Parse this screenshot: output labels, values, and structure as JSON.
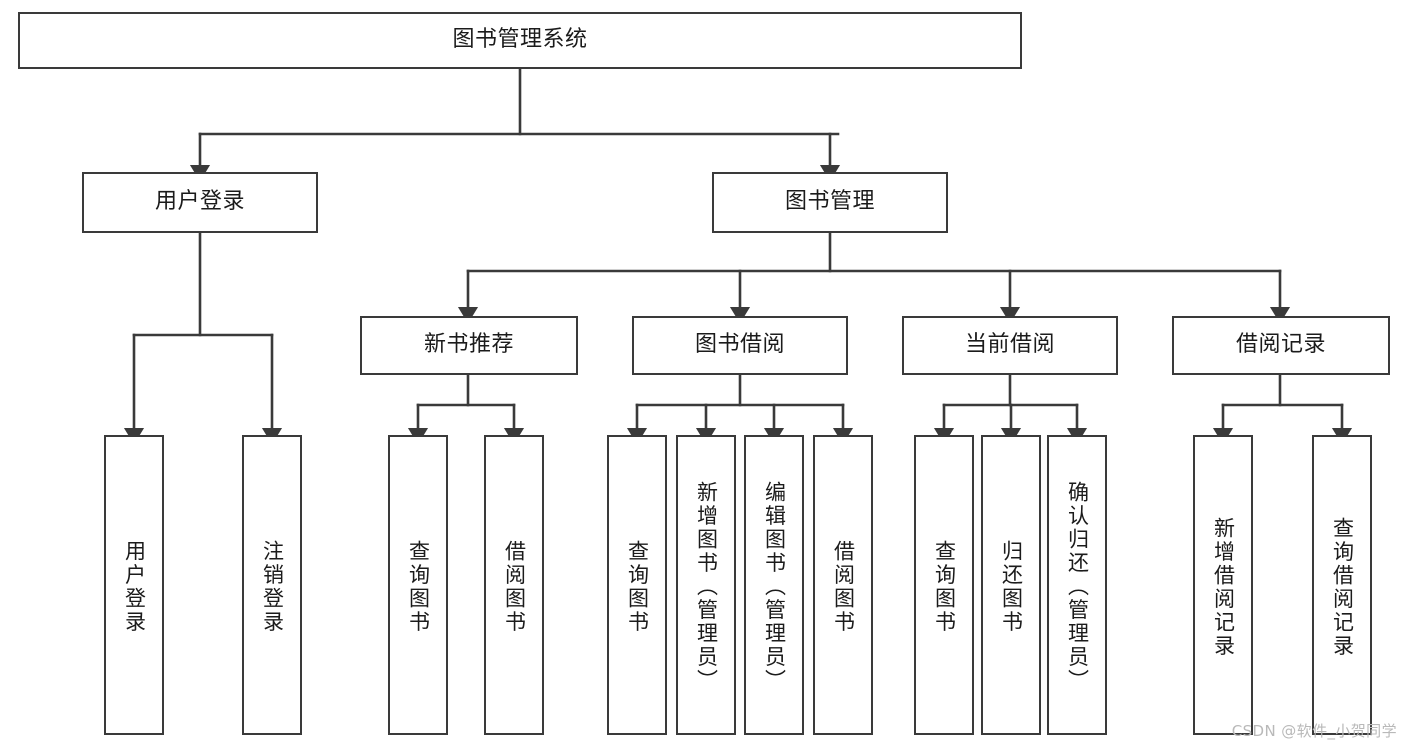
{
  "diagram": {
    "type": "tree-hierarchy-chart",
    "title": "图书管理系统",
    "watermark": "CSDN @软件_小贺同学",
    "colors": {
      "box_border": "#3a3a3a",
      "box_fill": "#ffffff",
      "connector": "#3a3a3a",
      "text": "#1b1b1b",
      "watermark": "#b9b9b9"
    },
    "nodes": {
      "root": {
        "label": "图书管理系统",
        "orientation": "horizontal"
      },
      "level1": [
        {
          "label": "用户登录",
          "orientation": "horizontal"
        },
        {
          "label": "图书管理",
          "orientation": "horizontal"
        }
      ],
      "level2": [
        {
          "label": "新书推荐",
          "orientation": "horizontal"
        },
        {
          "label": "图书借阅",
          "orientation": "horizontal"
        },
        {
          "label": "当前借阅",
          "orientation": "horizontal"
        },
        {
          "label": "借阅记录",
          "orientation": "horizontal"
        }
      ],
      "leaves": {
        "user_login": [
          {
            "label": "用户登录",
            "orientation": "vertical"
          },
          {
            "label": "注销登录",
            "orientation": "vertical"
          }
        ],
        "new_book_recommend": [
          {
            "label": "查询图书",
            "orientation": "vertical"
          },
          {
            "label": "借阅图书",
            "orientation": "vertical"
          }
        ],
        "book_borrow": [
          {
            "label": "查询图书",
            "orientation": "vertical"
          },
          {
            "label": "新增图书（管理员）",
            "orientation": "vertical"
          },
          {
            "label": "编辑图书（管理员）",
            "orientation": "vertical"
          },
          {
            "label": "借阅图书",
            "orientation": "vertical"
          }
        ],
        "current_borrow": [
          {
            "label": "查询图书",
            "orientation": "vertical"
          },
          {
            "label": "归还图书",
            "orientation": "vertical"
          },
          {
            "label": "确认归还（管理员）",
            "orientation": "vertical"
          }
        ],
        "borrow_record": [
          {
            "label": "新增借阅记录",
            "orientation": "vertical"
          },
          {
            "label": "查询借阅记录",
            "orientation": "vertical"
          }
        ]
      }
    }
  }
}
